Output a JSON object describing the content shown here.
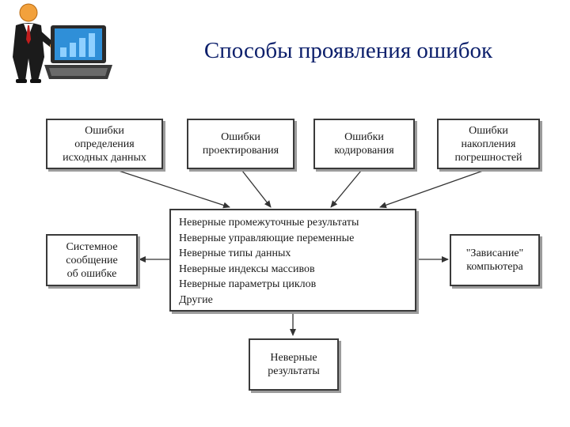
{
  "title": "Способы проявления ошибок",
  "sources": [
    {
      "lines": [
        "Ошибки",
        "определения",
        "исходных данных"
      ]
    },
    {
      "lines": [
        "Ошибки",
        "проектирования"
      ]
    },
    {
      "lines": [
        "Ошибки",
        "кодирования"
      ]
    },
    {
      "lines": [
        "Ошибки",
        "накопления",
        "погрешностей"
      ]
    }
  ],
  "center": {
    "lines": [
      "Неверные промежуточные результаты",
      "Неверные управляющие переменные",
      "Неверные типы данных",
      "Неверные индексы массивов",
      "Неверные параметры циклов",
      "Другие"
    ]
  },
  "left_result": {
    "lines": [
      "Системное",
      "сообщение",
      "об ошибке"
    ]
  },
  "right_result": {
    "lines": [
      "\"Зависание\"",
      "компьютера"
    ]
  },
  "bottom_result": {
    "lines": [
      "Неверные",
      "результаты"
    ]
  },
  "icons": {
    "clipart": "businessman-with-laptop-icon"
  }
}
